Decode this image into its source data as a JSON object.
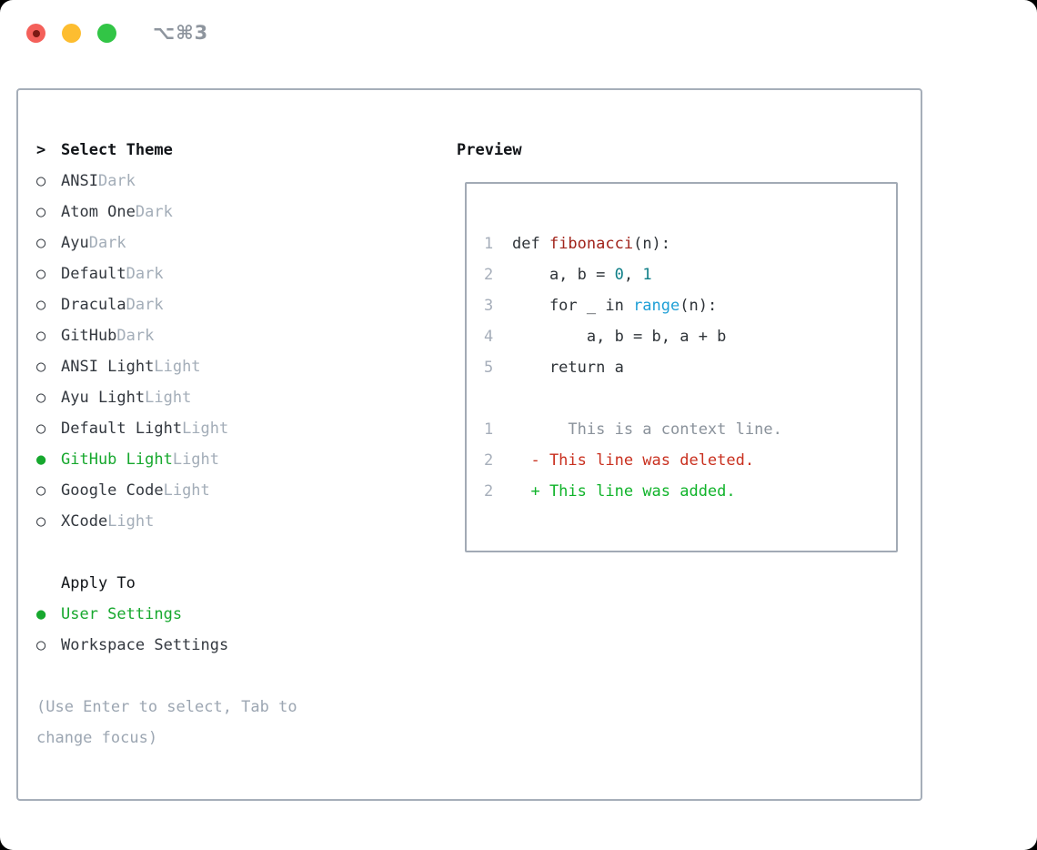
{
  "window": {
    "title": "⌥⌘3"
  },
  "titlebar": {
    "buttons": [
      {
        "name": "close-button",
        "color_key": "titlebar_red",
        "has_inner_dot": true
      },
      {
        "name": "minimize-button",
        "color_key": "titlebar_yellow",
        "has_inner_dot": false
      },
      {
        "name": "zoom-button",
        "color_key": "titlebar_green",
        "has_inner_dot": false
      }
    ]
  },
  "theme_panel": {
    "prompt": ">",
    "header": "Select Theme",
    "radio_empty": "○",
    "radio_filled": "●",
    "themes": [
      {
        "name": "ANSI",
        "variant": "Dark",
        "selected": false
      },
      {
        "name": "Atom One",
        "variant": "Dark",
        "selected": false
      },
      {
        "name": "Ayu",
        "variant": "Dark",
        "selected": false
      },
      {
        "name": "Default",
        "variant": "Dark",
        "selected": false
      },
      {
        "name": "Dracula",
        "variant": "Dark",
        "selected": false
      },
      {
        "name": "GitHub",
        "variant": "Dark",
        "selected": false
      },
      {
        "name": "ANSI Light",
        "variant": "Light",
        "selected": false
      },
      {
        "name": "Ayu Light",
        "variant": "Light",
        "selected": false
      },
      {
        "name": "Default Light",
        "variant": "Light",
        "selected": false
      },
      {
        "name": "GitHub Light",
        "variant": "Light",
        "selected": true
      },
      {
        "name": "Google Code",
        "variant": "Light",
        "selected": false
      },
      {
        "name": "XCode",
        "variant": "Light",
        "selected": false
      }
    ],
    "apply_to": {
      "header": "Apply To",
      "options": [
        {
          "label": "User Settings",
          "selected": true
        },
        {
          "label": "Workspace Settings",
          "selected": false
        }
      ]
    },
    "help_lines": [
      "(Use Enter to select, Tab to",
      "change focus)"
    ]
  },
  "preview": {
    "header": "Preview",
    "code_lines": [
      {
        "num": "1",
        "segments": [
          {
            "t": "def ",
            "c": "code"
          },
          {
            "t": "fibonacci",
            "c": "function"
          },
          {
            "t": "(n):",
            "c": "code"
          }
        ]
      },
      {
        "num": "2",
        "segments": [
          {
            "t": "    a, b = ",
            "c": "code"
          },
          {
            "t": "0",
            "c": "number"
          },
          {
            "t": ", ",
            "c": "code"
          },
          {
            "t": "1",
            "c": "number"
          }
        ]
      },
      {
        "num": "3",
        "segments": [
          {
            "t": "    for _ in ",
            "c": "code"
          },
          {
            "t": "range",
            "c": "builtin"
          },
          {
            "t": "(n):",
            "c": "code"
          }
        ]
      },
      {
        "num": "4",
        "segments": [
          {
            "t": "        a, b = b, a + b",
            "c": "code"
          }
        ]
      },
      {
        "num": "5",
        "segments": [
          {
            "t": "    return a",
            "c": "code"
          }
        ]
      },
      {
        "num": "",
        "segments": []
      },
      {
        "num": "1",
        "segments": [
          {
            "t": "      This is a context line.",
            "c": "context"
          }
        ]
      },
      {
        "num": "2",
        "segments": [
          {
            "t": "  - This line was deleted.",
            "c": "deleted"
          }
        ]
      },
      {
        "num": "2",
        "segments": [
          {
            "t": "  + This line was added.",
            "c": "added"
          }
        ]
      }
    ]
  },
  "colors": {
    "page_bg": "#000000",
    "window_bg": "#ffffff",
    "titlebar_red": "#f4605a",
    "titlebar_red_dot": "#7c1a13",
    "titlebar_yellow": "#fdbd30",
    "titlebar_green": "#32c546",
    "title_text": "#8e959e",
    "panel_border": "#a6aeb9",
    "preview_border": "#a2aab5",
    "header_text": "#111418",
    "item_text": "#33383f",
    "muted_text": "#a3adb8",
    "selected_green": "#17a82e",
    "help_text": "#9ca6b2",
    "line_number": "#a6aeba",
    "code_text": "#2e3338",
    "function_red": "#a1241b",
    "number_teal": "#0e7e87",
    "builtin_blue": "#1e9fd6",
    "context_gray": "#8a929b",
    "deleted_red": "#c9301f",
    "added_green": "#10b32a"
  }
}
